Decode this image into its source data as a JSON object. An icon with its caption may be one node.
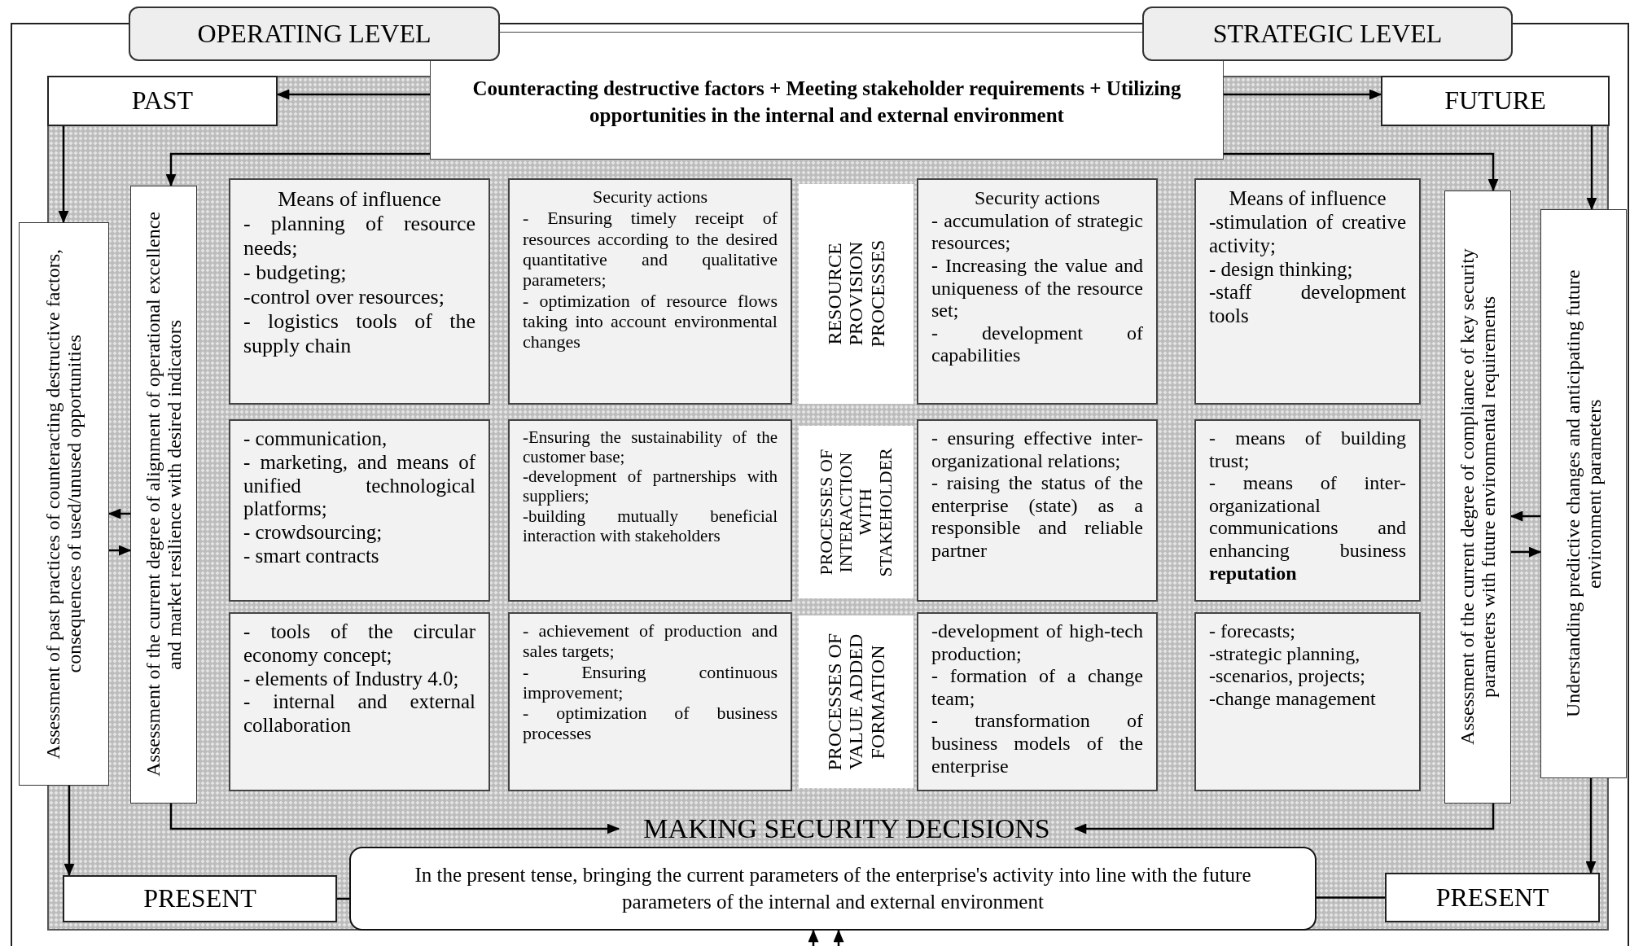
{
  "diagram": {
    "nodes": [
      {
        "text": [
          "OPERATING LEVEL"
        ]
      },
      {
        "text": [
          "Counteracting destructive factors + Meeting stakeholder requirements + Utilizing opportunities in the internal and external environment"
        ]
      },
      {
        "text": [
          "STRATEGIC LEVEL"
        ]
      },
      {
        "text": [
          "PAST"
        ]
      },
      {
        "text": [
          "FUTURE"
        ]
      },
      {
        "text": [
          "Assessment of past practices of counteracting destructive factors, consequences of used/unused opportunities"
        ]
      },
      {
        "text": [
          "Assessment of the current degree of alignment of operational excellence and market resilience with desired indicators"
        ]
      },
      {
        "text": [
          "Means of influence",
          "- planning of resource needs;",
          "- budgeting;",
          "-control over resources;",
          "- logistics tools of the supply chain"
        ]
      },
      {
        "text": [
          "Security actions",
          "- Ensuring timely receipt of resources according to the desired quantitative and qualitative parameters;",
          "- optimization of resource flows taking into account environmental changes"
        ]
      },
      {
        "text": [
          "RESOURCE PROVISION PROCESSES"
        ]
      },
      {
        "text": [
          "Security actions",
          "- accumulation of strategic resources;",
          "- Increasing the value and uniqueness of the resource set;",
          "- development of capabilities"
        ]
      },
      {
        "text": [
          "Means of influence",
          "-stimulation of creative activity;",
          "- design thinking;",
          "-staff development tools"
        ]
      },
      {
        "text": [
          "- communication,",
          "- marketing, and means of unified technological platforms;",
          "- crowdsourcing;",
          "- smart contracts"
        ]
      },
      {
        "text": [
          "-Ensuring the sustainability of the customer base;",
          "-development of partnerships with suppliers;",
          "-building mutually beneficial interaction with stakeholders"
        ]
      },
      {
        "text": [
          "PROCESSES OF INTERACTION WITH STAKEHOLDER"
        ]
      },
      {
        "text": [
          "- ensuring effective inter-organizational relations;",
          "- raising the status of the enterprise (state) as a responsible and reliable partner"
        ]
      },
      {
        "text": [
          "- means of building trust;",
          "- means of inter-organizational communications and enhancing business **reputation**"
        ]
      },
      {
        "text": [
          "- tools of the circular economy concept;",
          "- elements of Industry 4.0;",
          "- internal and external collaboration"
        ]
      },
      {
        "text": [
          "- achievement of production and sales targets;",
          "- Ensuring continuous improvement;",
          "- optimization of business processes"
        ]
      },
      {
        "text": [
          "PROCESSES OF VALUE ADDED FORMATION"
        ]
      },
      {
        "text": [
          "-development of high-tech production;",
          "- formation of a change team;",
          "- transformation of business models of the enterprise"
        ]
      },
      {
        "text": [
          "- forecasts;",
          "-strategic planning,",
          "-scenarios, projects;",
          "-change management"
        ]
      },
      {
        "text": [
          "Assessment of the current degree of compliance of key security parameters with future environmental requirements"
        ]
      },
      {
        "text": [
          "Understanding predictive changes and anticipating future environment parameters"
        ]
      },
      {
        "text": [
          "MAKING SECURITY DECISIONS"
        ]
      },
      {
        "text": [
          "PRESENT"
        ]
      },
      {
        "text": [
          "In the present tense, bringing the current parameters of the enterprise's activity into line with the future parameters of the internal and external environment"
        ]
      },
      {
        "text": [
          "PRESENT"
        ]
      }
    ],
    "edges": [
      {
        "from": 1,
        "to": 3,
        "arrow": "to"
      },
      {
        "from": 1,
        "to": 4,
        "arrow": "to"
      },
      {
        "from": 1,
        "to": 6,
        "arrow": "to"
      },
      {
        "from": 1,
        "to": 22,
        "arrow": "to"
      },
      {
        "from": 3,
        "to": 5,
        "arrow": "to"
      },
      {
        "from": 4,
        "to": 23,
        "arrow": "to"
      },
      {
        "from": 6,
        "to": 5,
        "arrow": "to"
      },
      {
        "from": 5,
        "to": 6,
        "arrow": "to"
      },
      {
        "from": 23,
        "to": 22,
        "arrow": "to"
      },
      {
        "from": 22,
        "to": 23,
        "arrow": "to"
      },
      {
        "from": 6,
        "to": 24,
        "arrow": "to"
      },
      {
        "from": 22,
        "to": 24,
        "arrow": "to"
      },
      {
        "from": 5,
        "to": 25,
        "arrow": "to"
      },
      {
        "from": 23,
        "to": 27,
        "arrow": "to"
      },
      {
        "from": 25,
        "to": 26,
        "arrow": "none"
      },
      {
        "from": 26,
        "to": 27,
        "arrow": "none"
      },
      {
        "from": null,
        "to": 26,
        "arrow": "to"
      },
      {
        "from": null,
        "to": 26,
        "arrow": "to"
      }
    ]
  }
}
